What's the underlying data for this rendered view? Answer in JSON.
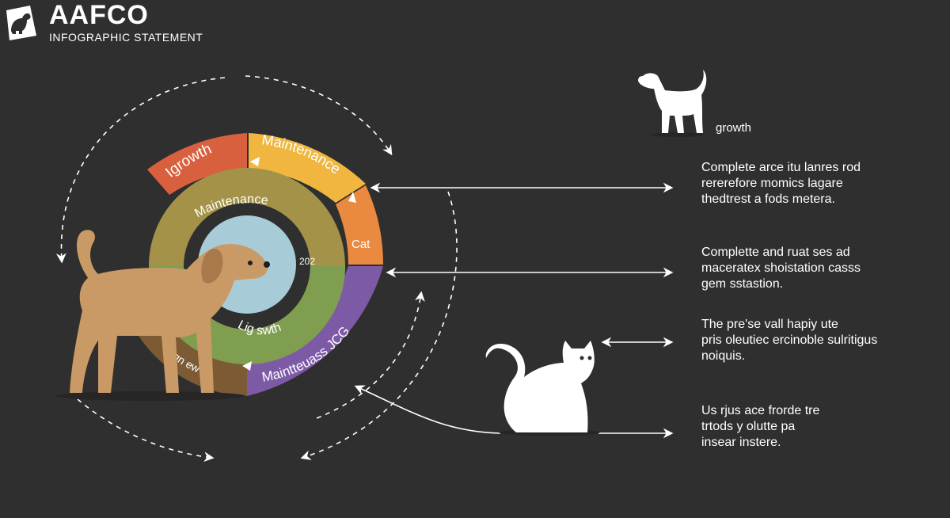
{
  "brand": {
    "title": "AAFCO",
    "subtitle": "INFOGRAPHIC STATEMENT"
  },
  "diagram": {
    "outer_ring": {
      "growth": "Igrowth",
      "maintenance_top": "Maintenance",
      "cat": "Cat",
      "maintenance_bottom": "Maintteuass JCG"
    },
    "middle_ring": {
      "maintenance": "Maintenance",
      "number": "202",
      "lig_swth": "Lig swth"
    },
    "inner_band_text": "sign ew"
  },
  "dog_panel": {
    "label": "growth"
  },
  "statements": [
    {
      "lines": [
        "Complete arce itu lanres rod",
        "rererefore momics lagare",
        "thedtrest a fods metera."
      ]
    },
    {
      "lines": [
        "Complette and ruat ses ad",
        "maceratex shoistation casss",
        "gem sstastion."
      ]
    },
    {
      "lines": [
        "The pre'se vall hapiy ute",
        "pris oleutiec ercinoble sulritigus",
        "noiquis."
      ]
    },
    {
      "lines": [
        "Us rjus ace frorde tre",
        "trtods y olutte pa",
        "insear instere."
      ]
    }
  ],
  "colors": {
    "background": "#2f2f2f",
    "growth_segment": "#d9603f",
    "maintenance_segment": "#f0b640",
    "cat_segment": "#ea8a40",
    "purple_segment": "#7d5aa6",
    "brown_band": "#7b5a34",
    "olive_ring": "#a39247",
    "green_ring": "#7f9e4f",
    "center_blue": "#a7ccd8",
    "dog_tan": "#c99a66",
    "line_white": "#ffffff"
  },
  "icons": [
    "dog-logo-icon",
    "dog-silhouette-icon",
    "cat-silhouette-icon",
    "large-dog-illustration"
  ]
}
